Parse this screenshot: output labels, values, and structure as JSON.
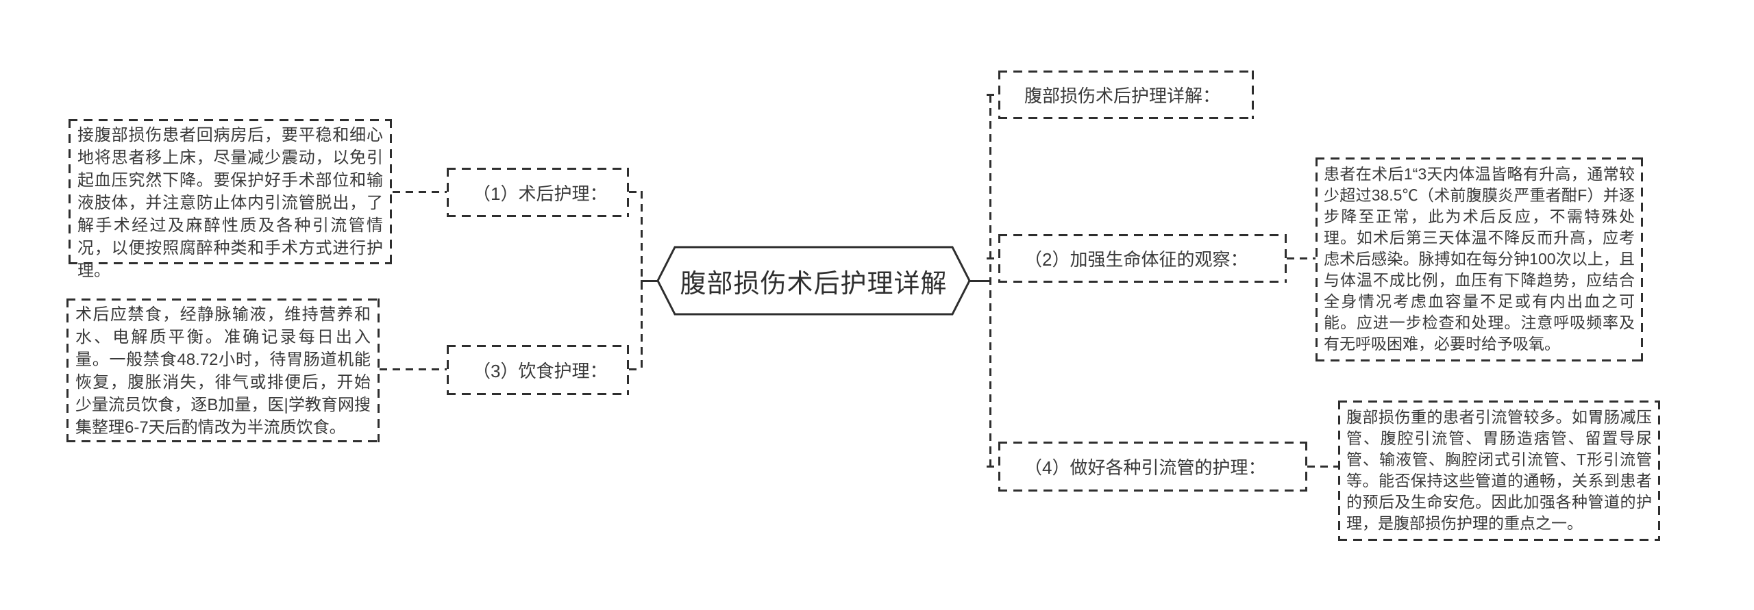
{
  "diagram": {
    "center_title": "腹部损伤术后护理详解",
    "right_header": "腹部损伤术后护理详解：",
    "colors": {
      "line": "#2e2e2e",
      "text": "#3a3a3a",
      "background": "#ffffff"
    },
    "nodes": [
      {
        "id": "1",
        "label": "（1）术后护理：",
        "note": "接腹部损伤患者回病房后，要平稳和细心地将思者移上床，尽量减少震动，以免引起血压究然下降。要保护好手术部位和输液肢体，并注意防止体内引流管脱出，了解手术经过及麻醉性质及各种引流管情况，以便按照腐醉种类和手术方式进行护理。"
      },
      {
        "id": "2",
        "label": "（2）加强生命体征的观察：",
        "note": "患者在术后1“3天内体温皆略有升高，通常较少超过38.5℃（术前腹膜炎严重者酣F）并逐步降至正常，此为术后反应，不需特殊处理。如术后第三天体温不降反而升高，应考虑术后感染。脉搏如在每分钟100次以上，且与体温不成比例，血压有下降趋势，应结合全身情况考虑血容量不足或有内出血之可能。应进一步检查和处理。注意呼吸频率及有无呼吸困难，必要时给予吸氧。"
      },
      {
        "id": "3",
        "label": "（3）饮食护理：",
        "note": "术后应禁食，经静脉输液，维持营养和水、电解质平衡。准确记录每日出入量。一般禁食48.72小时，待胃肠道机能恢复，腹胀消失，徘气或排便后，开始少量流员饮食，逐B加量，医|学教育网搜集整理6-7天后酌情改为半流质饮食。"
      },
      {
        "id": "4",
        "label": "（4）做好各种引流管的护理：",
        "note": "腹部损伤重的患者引流管较多。如胃肠减压管、腹腔引流管、胃肠造痞管、留置导尿管、输液管、胸腔闭式引流管、T形引流管等。能否保持这些管道的通畅，关系到患者的预后及生命安危。因此加强各种管道的护理，是腹部损伤护理的重点之一。"
      }
    ]
  }
}
